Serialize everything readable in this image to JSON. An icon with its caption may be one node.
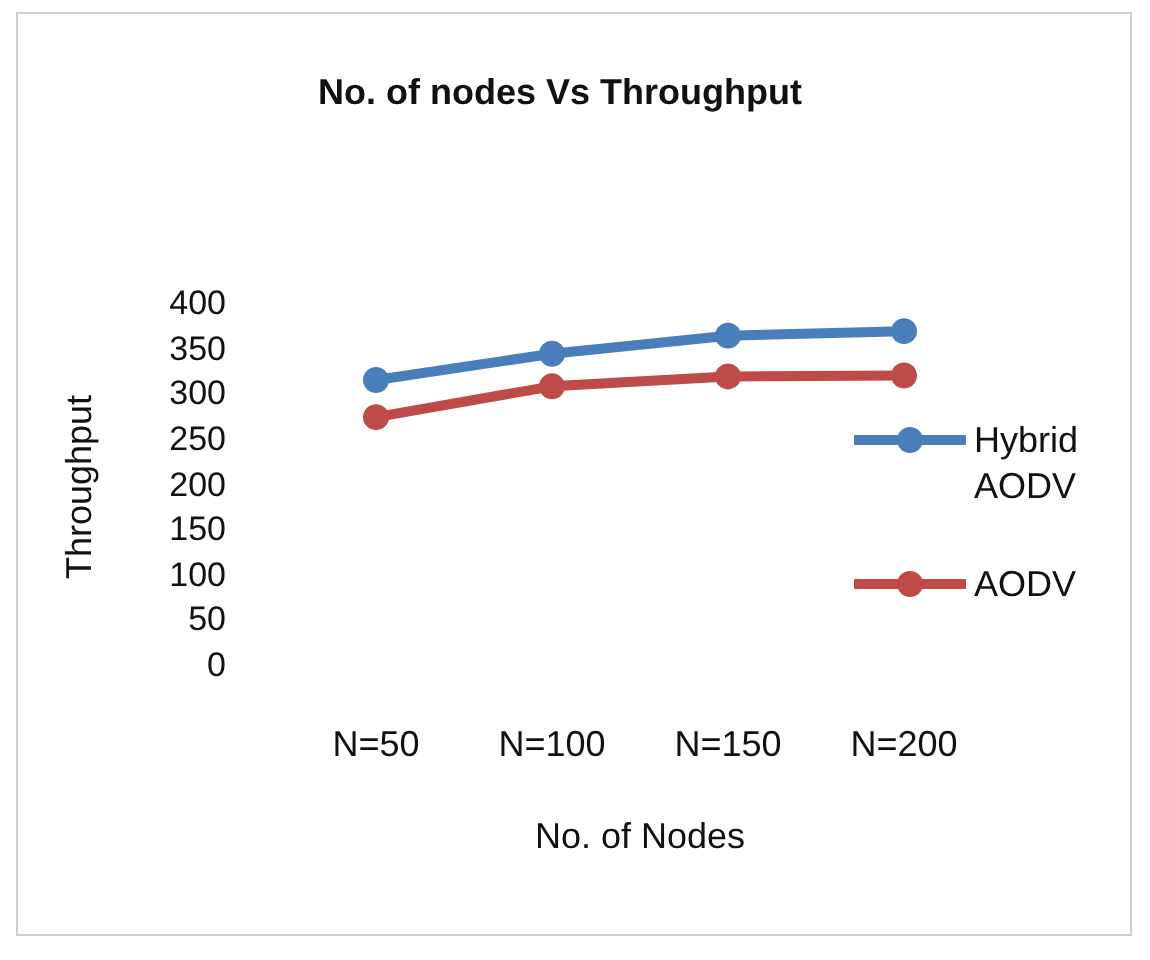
{
  "diagram": {
    "chart_data": {
      "type": "line",
      "title": "No. of nodes Vs Throughput",
      "xlabel": "No. of Nodes",
      "ylabel": "Throughput",
      "categories": [
        "N=50",
        "N=100",
        "N=150",
        "N=200"
      ],
      "series": [
        {
          "name": "Hybrid AODV",
          "color": "#4a7ebb",
          "marker": "circle",
          "values": [
            316,
            345,
            365,
            370
          ]
        },
        {
          "name": "AODV",
          "color": "#be4b48",
          "marker": "circle",
          "values": [
            275,
            309,
            320,
            321
          ]
        }
      ],
      "legend": "right",
      "ylim": [
        0,
        400
      ],
      "yticks": [
        0,
        50,
        100,
        150,
        200,
        250,
        300,
        350,
        400
      ]
    }
  }
}
